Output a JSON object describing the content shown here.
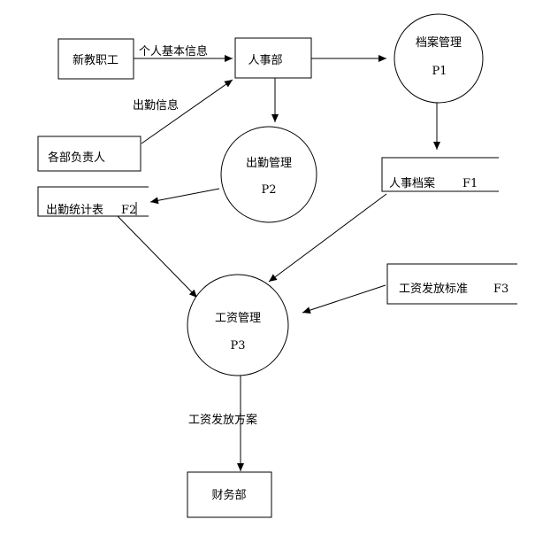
{
  "entities": {
    "new_employee": "新教职工",
    "hr_dept": "人事部",
    "dept_heads": "各部负责人",
    "finance_dept": "财务部"
  },
  "processes": {
    "archive_mgmt": {
      "name": "档案管理",
      "id": "P1"
    },
    "attendance_mgmt": {
      "name": "出勤管理",
      "id": "P2"
    },
    "salary_mgmt": {
      "name": "工资管理",
      "id": "P3"
    }
  },
  "stores": {
    "personnel_archive": {
      "name": "人事档案",
      "id": "F1"
    },
    "attendance_stats": {
      "name": "出勤统计表",
      "id": "F2"
    },
    "salary_standard": {
      "name": "工资发放标准",
      "id": "F3"
    }
  },
  "flows": {
    "personal_info": "个人基本信息",
    "attendance_info": "出勤信息",
    "salary_plan": "工资发放方案"
  }
}
